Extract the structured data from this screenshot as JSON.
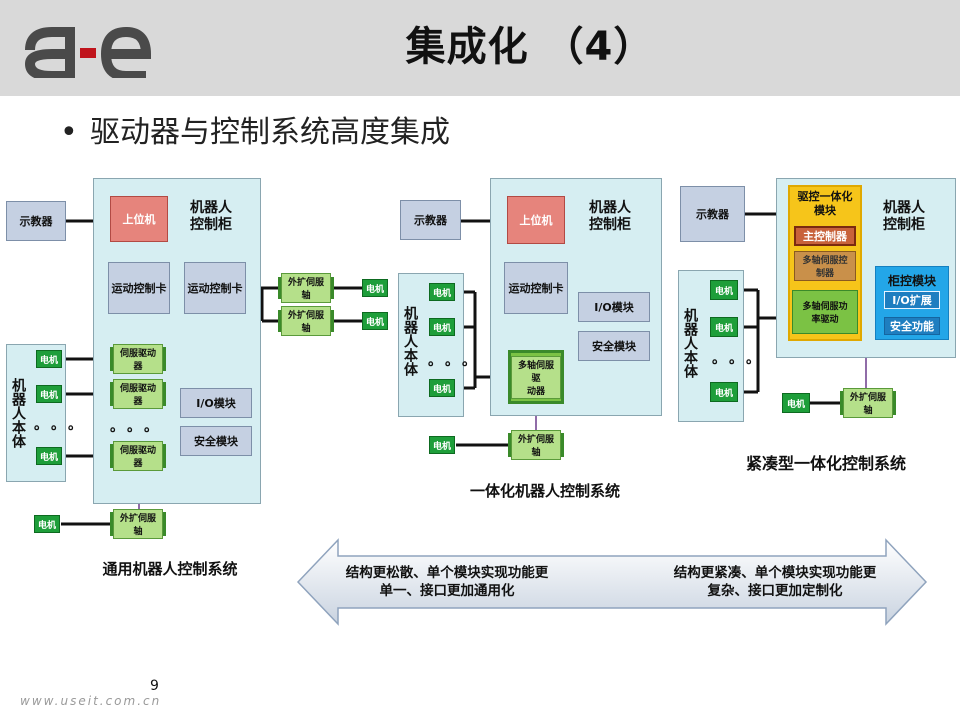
{
  "header": {
    "logo": "a·e",
    "title": "集成化 （4）"
  },
  "bullet": "驱动器与控制系统高度集成",
  "d1": {
    "teach": "示教器",
    "host": "上位机",
    "cabinet": "机器人\n控制柜",
    "card1": "运动控制卡",
    "card2": "运动控制卡",
    "ext": "外扩伺服轴",
    "ext2": "外扩伺服轴",
    "motor": "电机",
    "servo": "伺服驱动器",
    "io": "I/O模块",
    "safety": "安全模块",
    "body": "机器人本体",
    "dots": "。。。",
    "caption": "通用机器人控制系统"
  },
  "d2": {
    "teach": "示教器",
    "host": "上位机",
    "cabinet": "机器人\n控制柜",
    "card": "运动控制卡",
    "io": "I/O模块",
    "safety": "安全模块",
    "multi": "多轴伺服驱\n动器",
    "ext": "外扩伺服轴",
    "motor": "电机",
    "body": "机器人本体",
    "dots": "。。。",
    "caption": "一体化机器人控制系统"
  },
  "d3": {
    "teach": "示教器",
    "cabinet": "机器人\n控制柜",
    "integ": "驱控一体化\n模块",
    "main": "主控制器",
    "multictl": "多轴伺服控\n制器",
    "multidrv": "多轴伺服功\n率驱动",
    "cab_mod": "柜控模块",
    "ioext": "I/O扩展",
    "safety": "安全功能",
    "ext": "外扩伺服轴",
    "motor": "电机",
    "body": "机器人本体",
    "dots": "。。。",
    "caption": "紧凑型一体化控制系统"
  },
  "arrow": {
    "left": "结构更松散、单个模块实现功能更\n单一、接口更加通用化",
    "right": "结构更紧凑、单个模块实现功能更\n复杂、接口更加定制化"
  },
  "footer": {
    "page": "9",
    "url": "www.useit.com.cn"
  }
}
